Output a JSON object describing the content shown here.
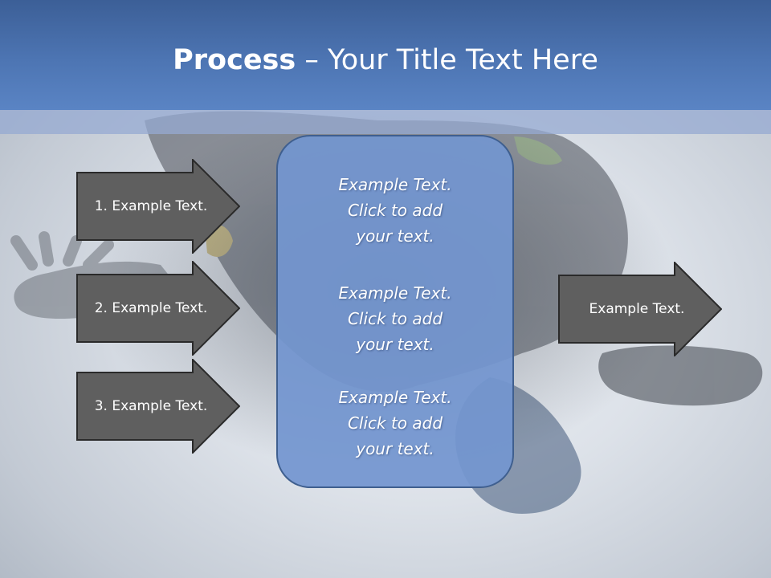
{
  "slide": {
    "title_bold": "Process",
    "title_rest": " – Your Title Text Here",
    "left_arrows": [
      {
        "label": "1. Example Text."
      },
      {
        "label": "2. Example Text."
      },
      {
        "label": "3. Example Text."
      }
    ],
    "center_items": [
      {
        "line1": "Example Text.",
        "line2": "Click  to add",
        "line3": "your text."
      },
      {
        "line1": "Example Text.",
        "line2": "Click  to add",
        "line3": "your text."
      },
      {
        "line1": "Example Text.",
        "line2": "Click  to add",
        "line3": "your text."
      }
    ],
    "right_arrow": {
      "label": "Example Text."
    }
  },
  "colors": {
    "header": "#4d75b3",
    "arrow_fill": "#5f5f5f",
    "arrow_stroke": "#2a2a2a",
    "center_box": "#7396d0"
  }
}
